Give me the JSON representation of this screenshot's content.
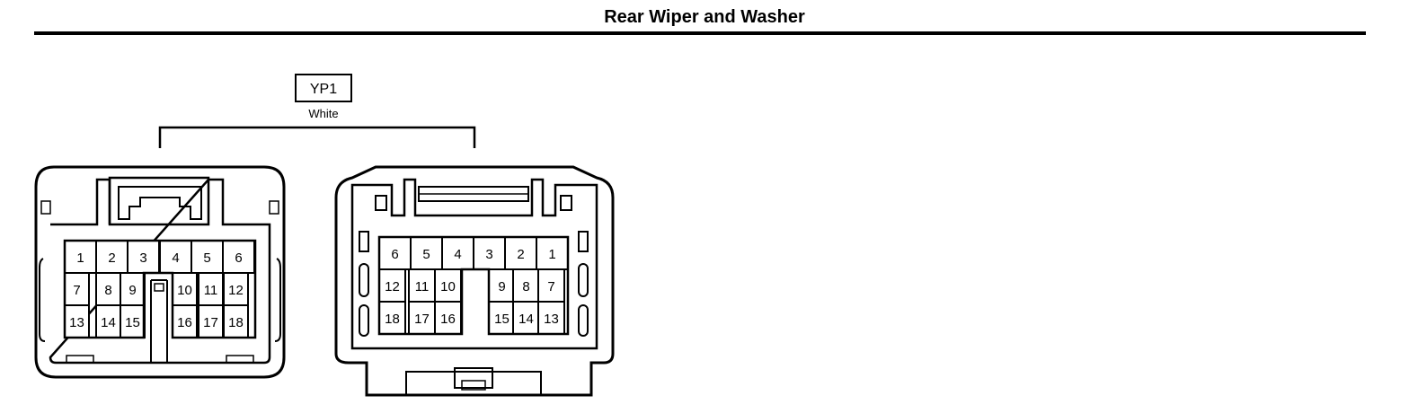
{
  "header": {
    "title": "Rear Wiper and Washer"
  },
  "connector": {
    "id": "YP1",
    "color": "White"
  },
  "left_view": {
    "rows": [
      [
        "1",
        "2",
        "3",
        "4",
        "5",
        "6"
      ],
      [
        "7",
        "8",
        "9",
        "10",
        "11",
        "12"
      ],
      [
        "13",
        "14",
        "15",
        "16",
        "17",
        "18"
      ]
    ]
  },
  "right_view": {
    "rows": [
      [
        "6",
        "5",
        "4",
        "3",
        "2",
        "1"
      ],
      [
        "12",
        "11",
        "10",
        "9",
        "8",
        "7"
      ],
      [
        "18",
        "17",
        "16",
        "15",
        "14",
        "13"
      ]
    ]
  }
}
